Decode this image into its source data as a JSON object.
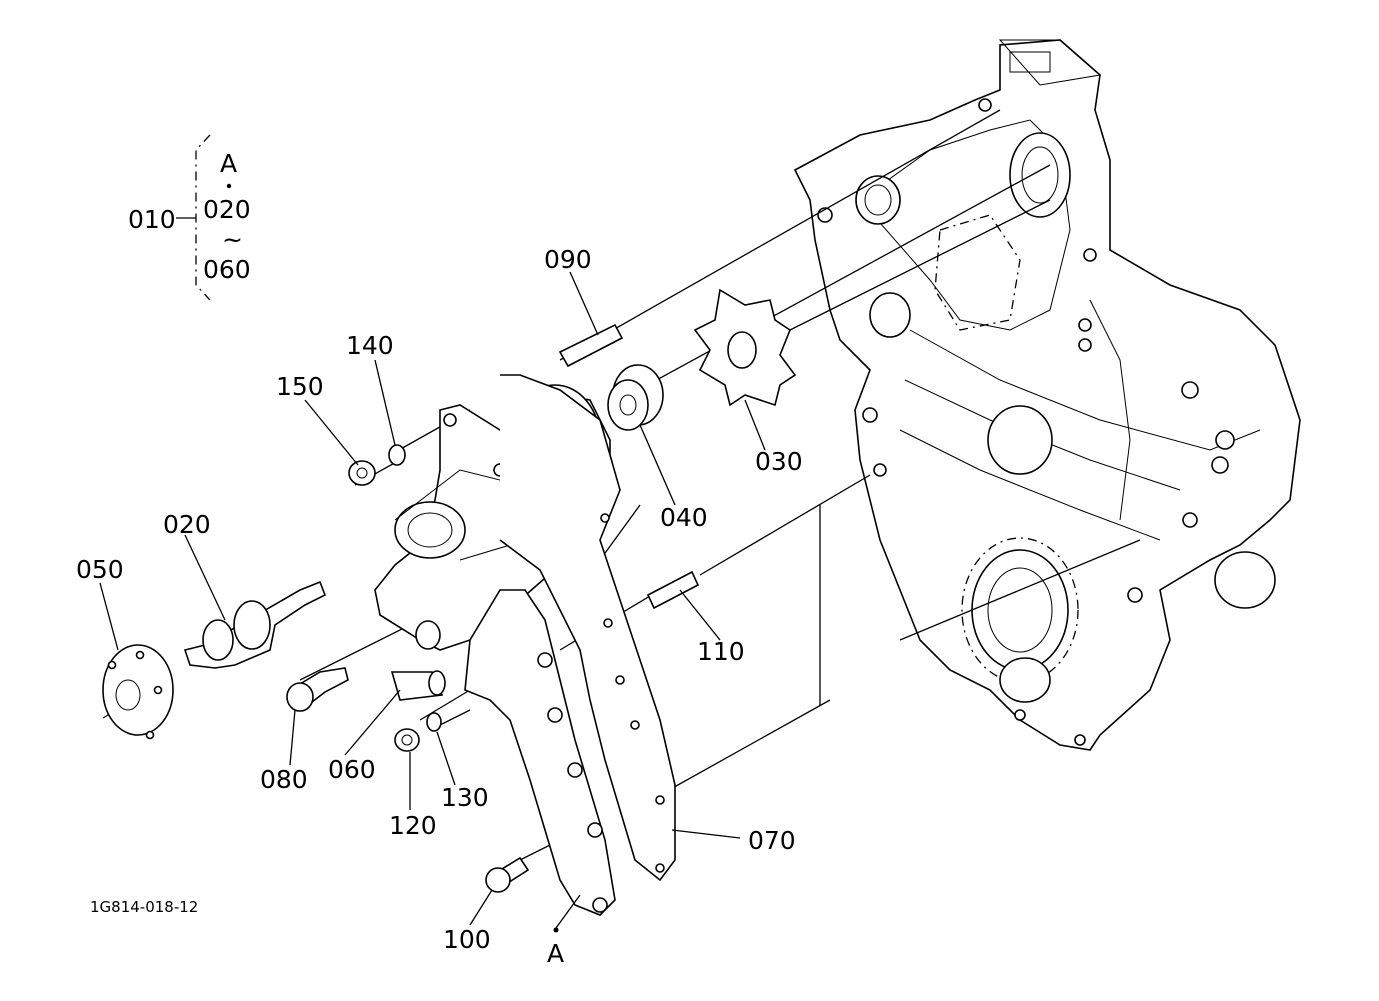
{
  "diagram_code": "1G814-018-12",
  "assembly": {
    "parent": "010",
    "members": [
      "A",
      "020",
      "~",
      "060"
    ]
  },
  "reference_mark": "A",
  "callouts": [
    {
      "id": "010",
      "label": "010"
    },
    {
      "id": "020",
      "label": "020"
    },
    {
      "id": "030",
      "label": "030"
    },
    {
      "id": "040",
      "label": "040"
    },
    {
      "id": "050",
      "label": "050"
    },
    {
      "id": "060",
      "label": "060"
    },
    {
      "id": "070",
      "label": "070"
    },
    {
      "id": "080",
      "label": "080"
    },
    {
      "id": "090",
      "label": "090"
    },
    {
      "id": "100",
      "label": "100"
    },
    {
      "id": "110",
      "label": "110"
    },
    {
      "id": "120",
      "label": "120"
    },
    {
      "id": "130",
      "label": "130"
    },
    {
      "id": "140",
      "label": "140"
    },
    {
      "id": "150",
      "label": "150"
    }
  ]
}
